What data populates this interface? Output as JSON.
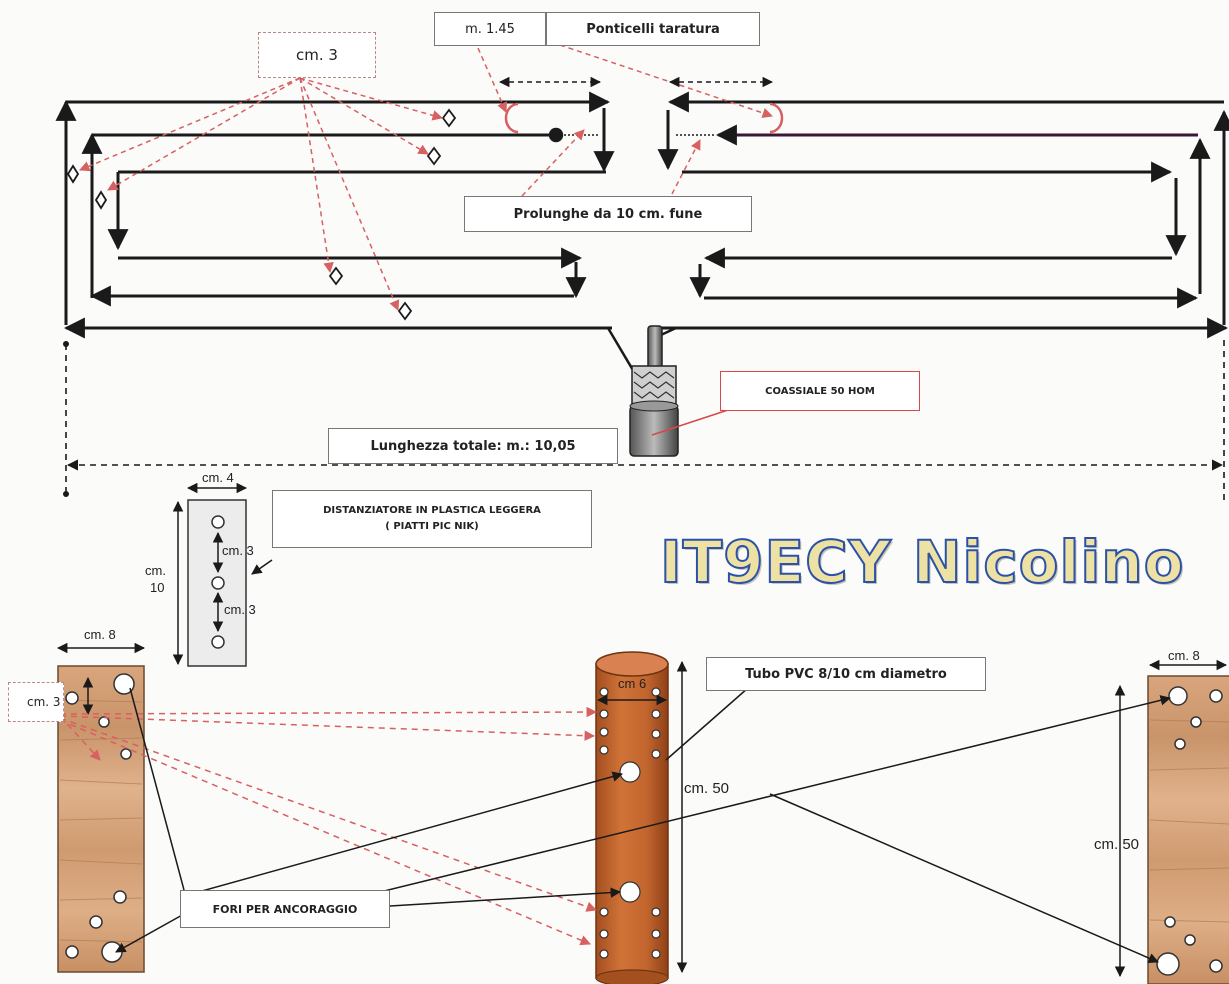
{
  "labels": {
    "spacing_top": "cm. 3",
    "length_145": "m. 1.45",
    "calibration_jumpers": "Ponticelli taratura",
    "extensions": "Prolunghe da 10 cm. fune",
    "coax": "COASSIALE 50 HOM",
    "total_length": "Lunghezza totale: m.: 10,05",
    "spacer_width": "cm. 4",
    "spacer_title_line1": "DISTANZIATORE IN PLASTICA LEGGERA",
    "spacer_title_line2": "( PIATTI PIC NIK)",
    "spacer_gap_1": "cm. 3",
    "spacer_gap_2": "cm. 3",
    "spacer_height_a": "cm.",
    "spacer_height_b": "10",
    "brand": "IT9ECY Nicolino",
    "board_left_width": "cm. 8",
    "board_left_gap": "cm. 3",
    "pipe_width": "cm 6",
    "pipe_title": "Tubo PVC 8/10 cm diametro",
    "pipe_length": "cm. 50",
    "anchor_holes": "FORI PER ANCORAGGIO",
    "board_right_width": "cm. 8",
    "board_right_length": "cm. 50"
  },
  "colors": {
    "wire": "#1a1a1a",
    "wire_right_tint": "#3a1838",
    "dashed_red": "#d86060",
    "brand_fill": "#eee1a4",
    "brand_stroke": "#2b52a8",
    "wood": "#d4a27a",
    "pipe": "#c0642e"
  },
  "icons": [
    "diamond-spacer-icon",
    "coax-connector-icon",
    "hole-icon"
  ]
}
